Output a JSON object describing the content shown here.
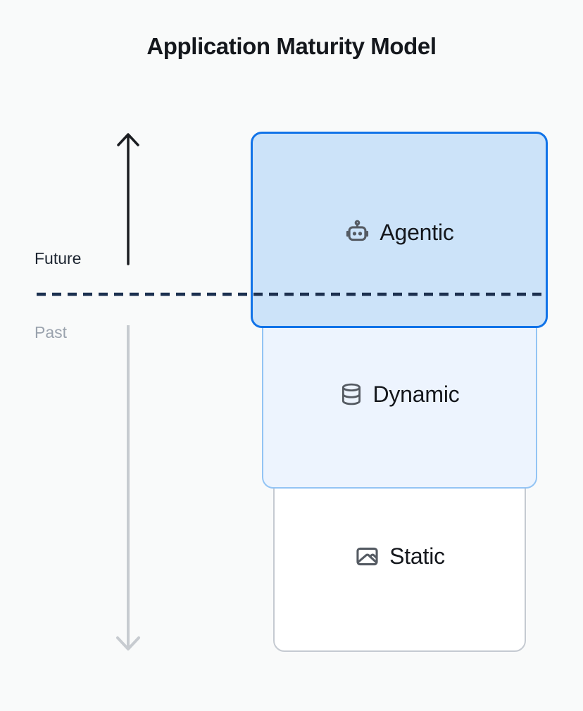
{
  "title": "Application Maturity Model",
  "axis": {
    "future_label": "Future",
    "past_label": "Past"
  },
  "levels": [
    {
      "id": "agentic",
      "label": "Agentic",
      "icon": "robot-icon",
      "fill": "#cce3f9",
      "border": "#1173e8",
      "position": "future"
    },
    {
      "id": "dynamic",
      "label": "Dynamic",
      "icon": "database-icon",
      "fill": "#edf4fe",
      "border": "#93c4f4",
      "position": "past"
    },
    {
      "id": "static",
      "label": "Static",
      "icon": "image-icon",
      "fill": "#ffffff",
      "border": "#c5cad1",
      "position": "past"
    }
  ],
  "colors": {
    "background": "#f9fafa",
    "title_text": "#14171c",
    "label_text": "#14171c",
    "icon_gray": "#555b63",
    "future_text": "#1c2430",
    "past_text": "#9aa2ad",
    "future_arrow": "#1b1d21",
    "past_arrow": "#c7cbd0",
    "divider_dash": "#1d3150"
  }
}
